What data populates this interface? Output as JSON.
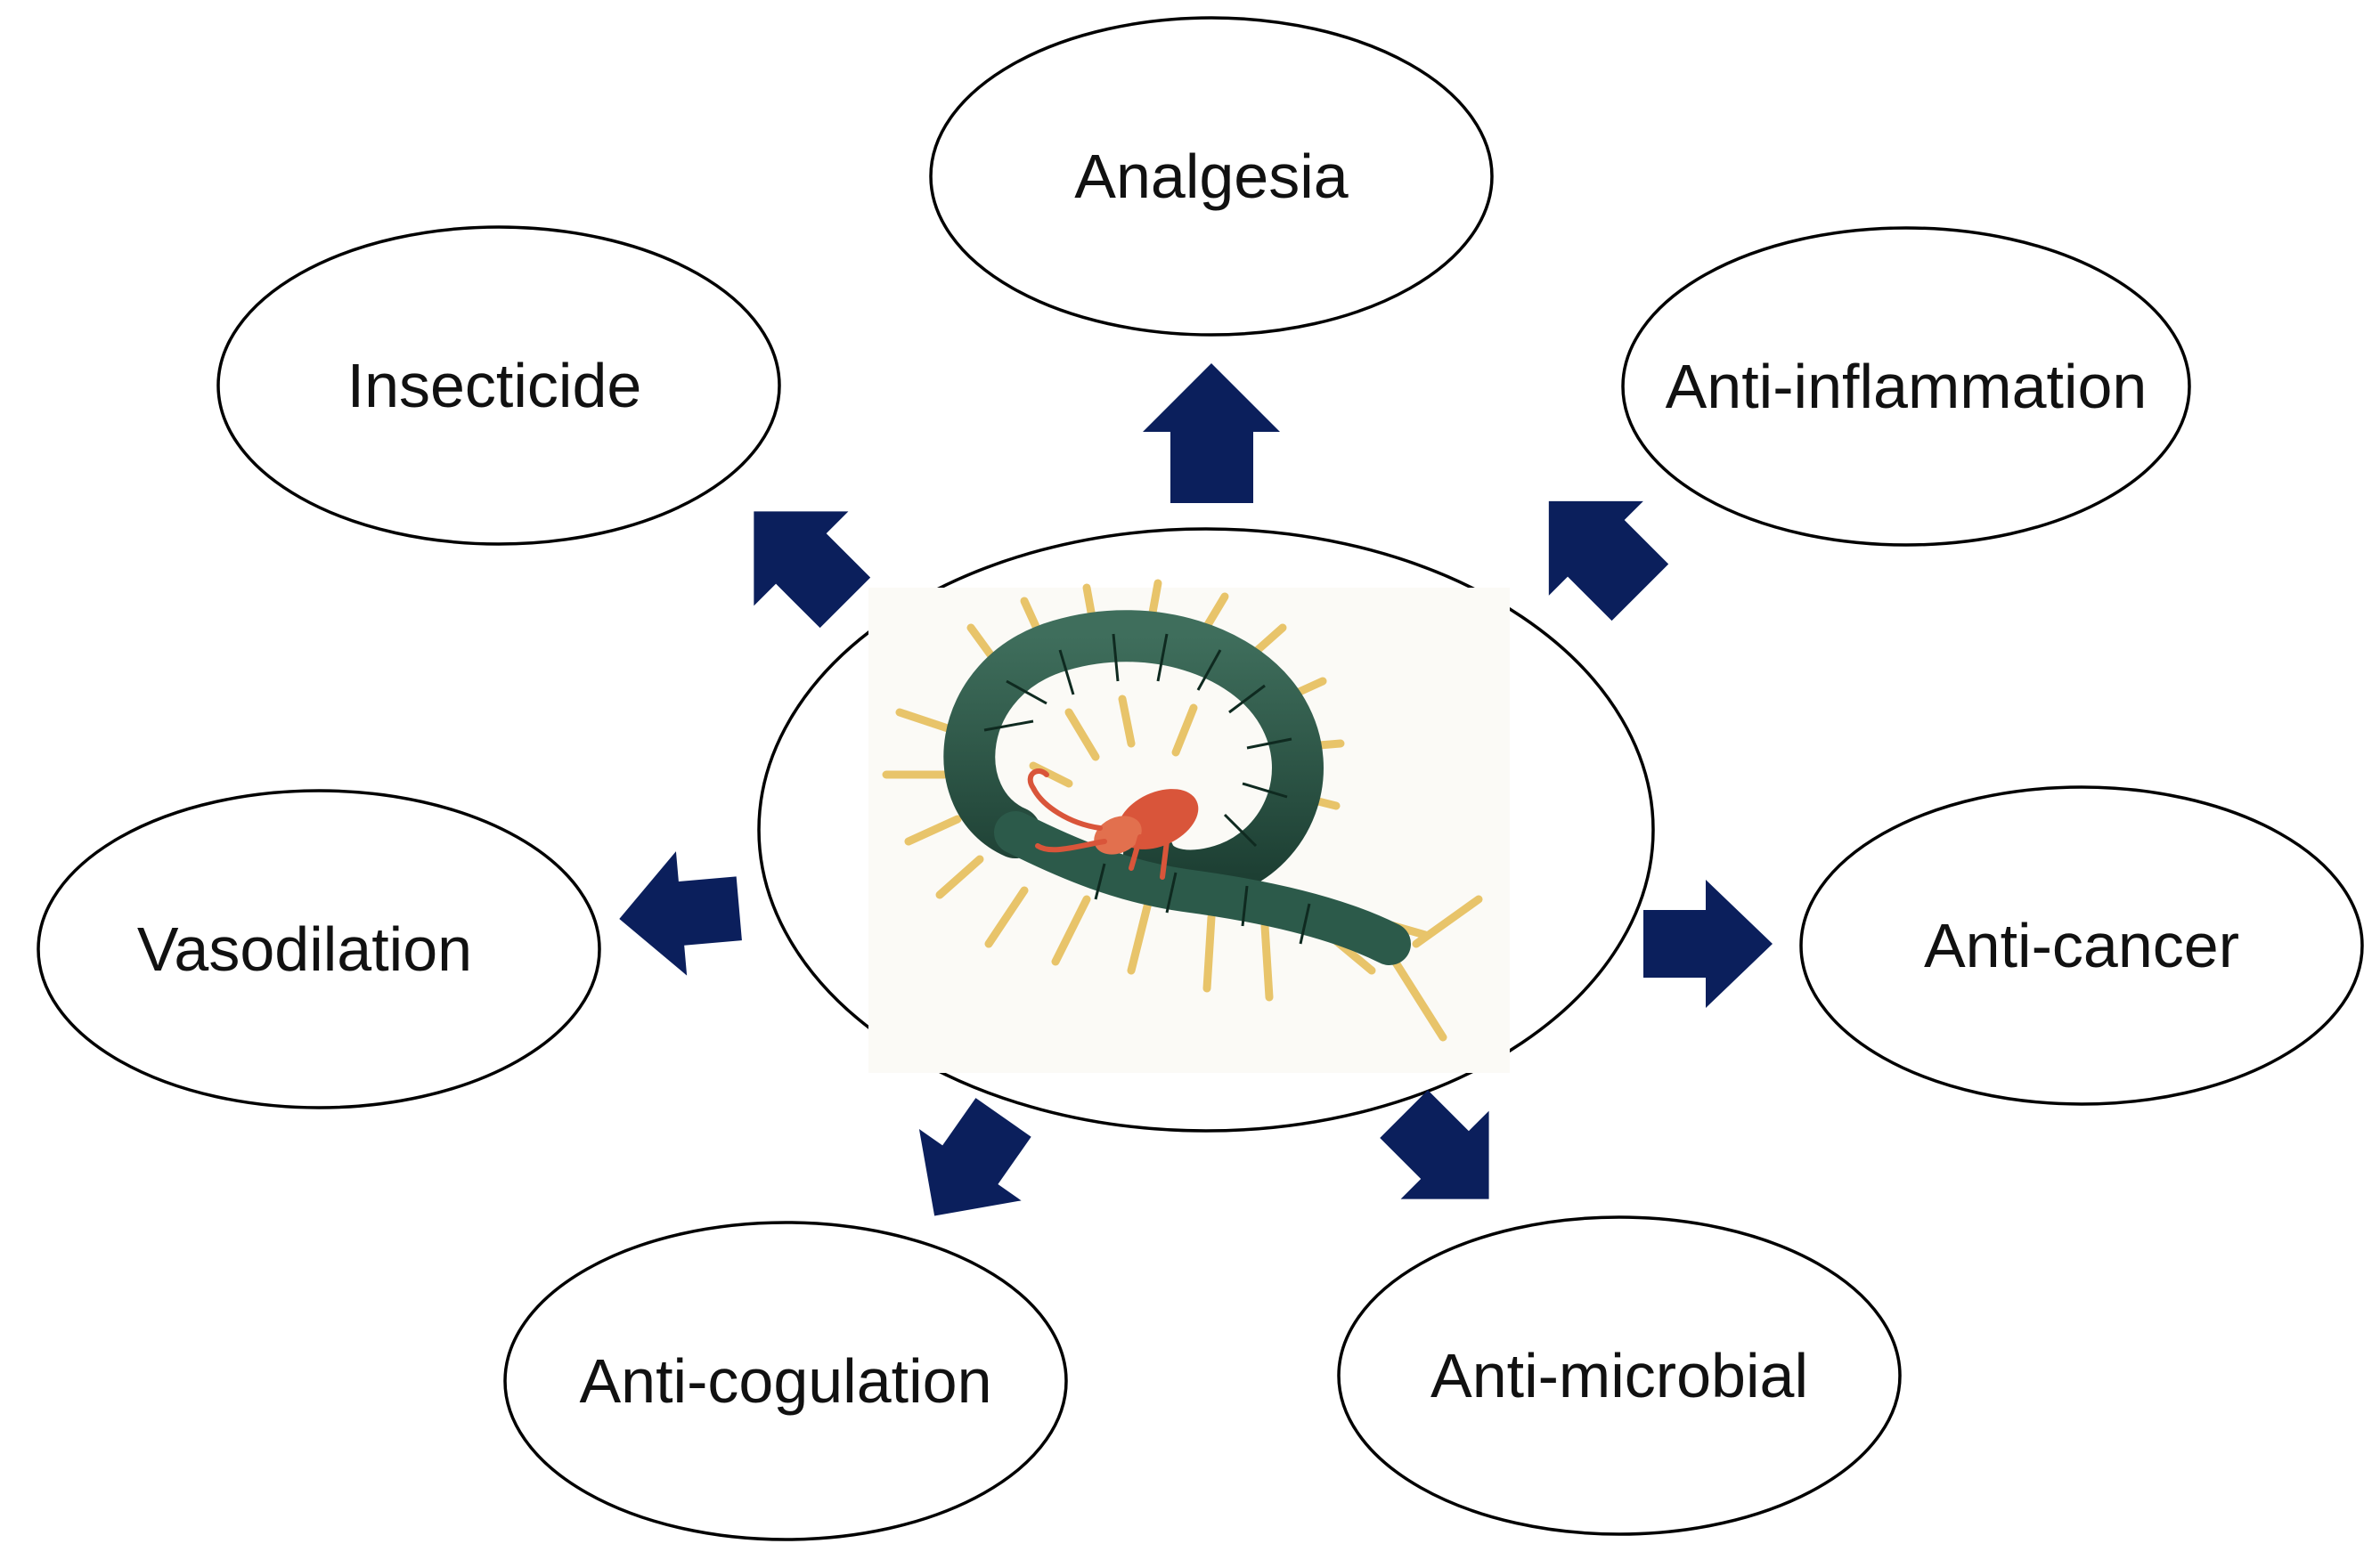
{
  "diagram": {
    "type": "radial-effects-diagram",
    "center": {
      "image": "centipede-illustration"
    },
    "arrow_color": "#0B1F5C",
    "nodes": [
      {
        "id": "analgesia",
        "label": "Analgesia"
      },
      {
        "id": "anti-inflammation",
        "label": "Anti-inflammation"
      },
      {
        "id": "anti-cancer",
        "label": "Anti-cancer"
      },
      {
        "id": "anti-microbial",
        "label": "Anti-microbial"
      },
      {
        "id": "anti-cogulation",
        "label": "Anti-cogulation"
      },
      {
        "id": "vasodilation",
        "label": "Vasodilation"
      },
      {
        "id": "insecticide",
        "label": "Insecticide"
      }
    ]
  }
}
